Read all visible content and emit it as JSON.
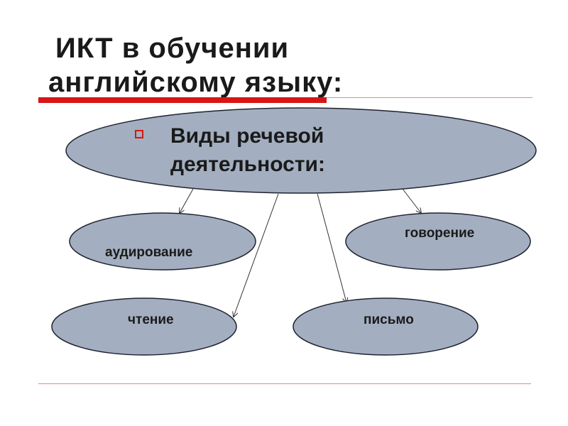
{
  "title": {
    "line1": "ИКТ в обучении",
    "line2": "английскому языку:"
  },
  "central": {
    "bullet_icon": "hollow-square-bullet-icon",
    "line1": "Виды речевой",
    "line2": "деятельности:"
  },
  "nodes": {
    "audirovanie": "аудирование",
    "govorenie": "говорение",
    "chtenie": "чтение",
    "pismo": "письмо"
  },
  "colors": {
    "ellipse_fill": "#a3afc0",
    "ellipse_stroke": "#1e2230",
    "accent_red": "#d91414",
    "thin_rule": "#e58a8a",
    "text": "#1a1a1a"
  }
}
